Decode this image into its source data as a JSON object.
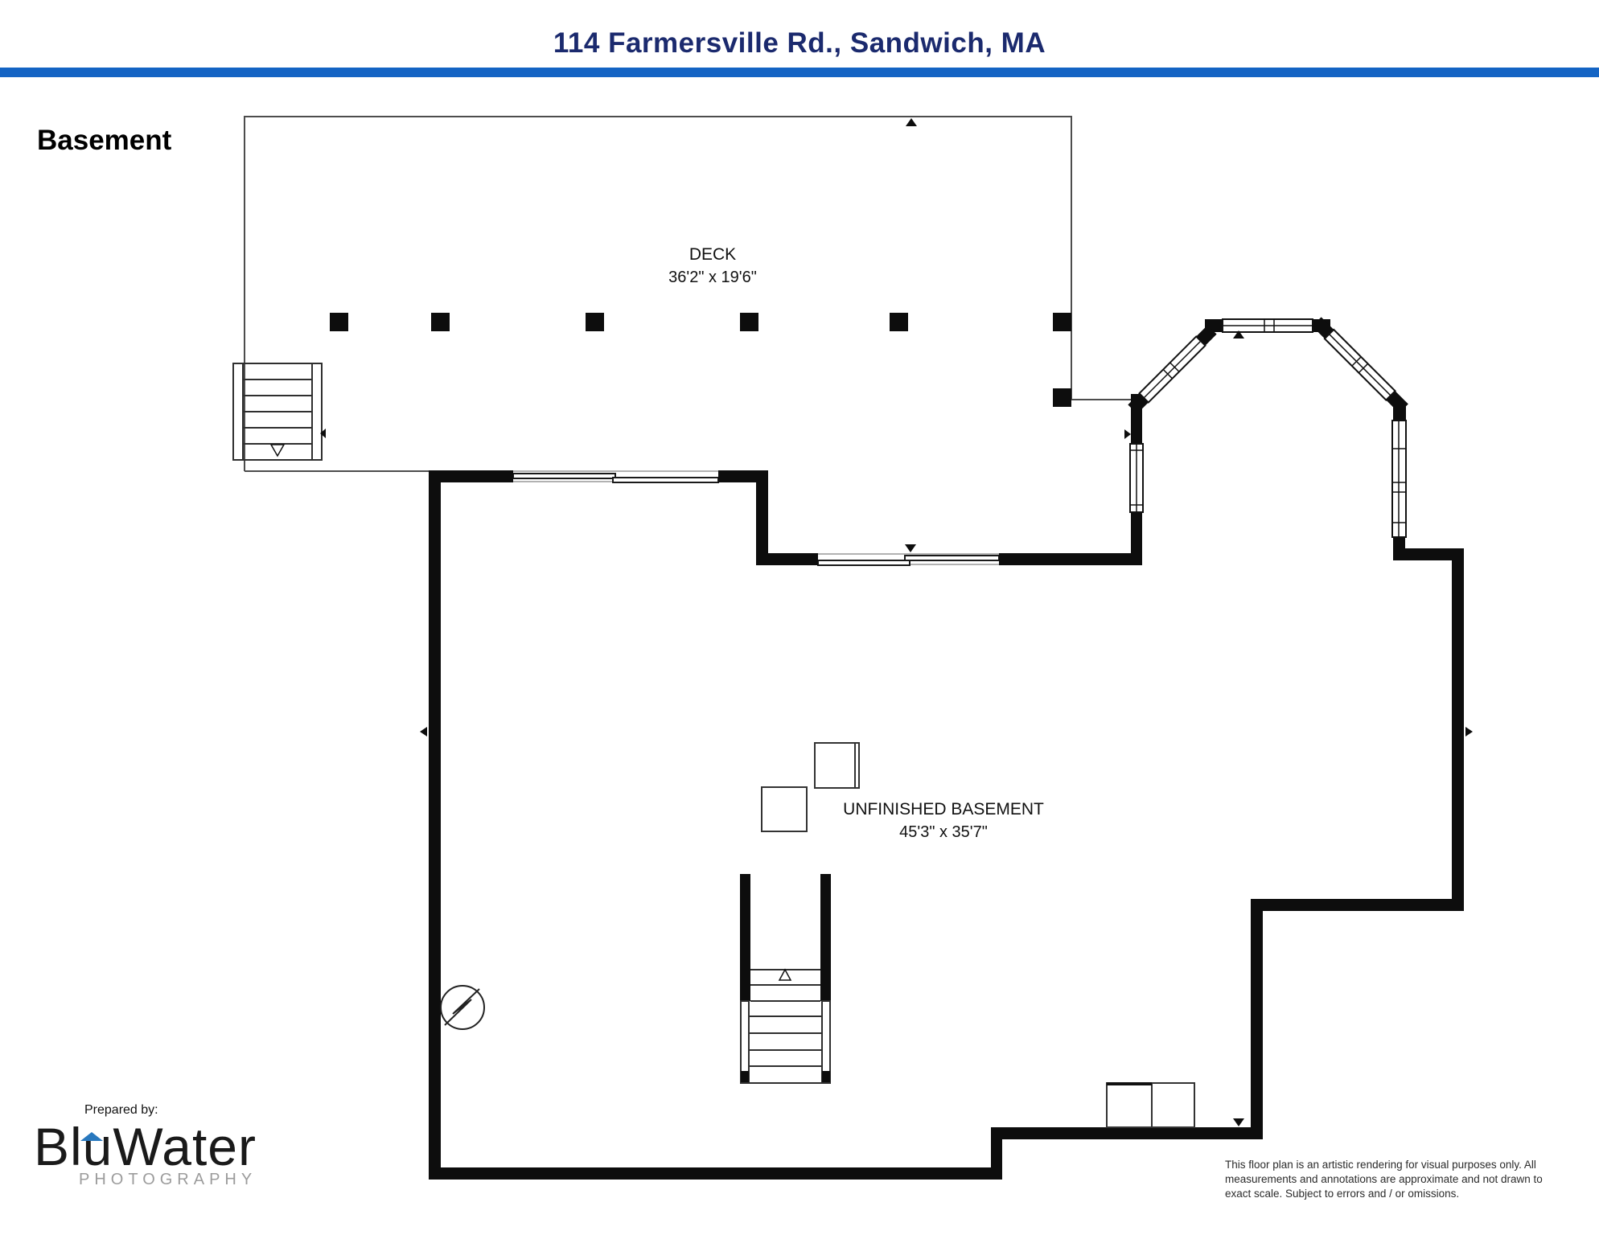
{
  "header": {
    "title": "114 Farmersville Rd., Sandwich, MA"
  },
  "plan": {
    "floor_label": "Basement",
    "rooms": [
      {
        "name": "DECK",
        "dimensions": "36'2\" x 19'6\""
      },
      {
        "name": "UNFINISHED BASEMENT",
        "dimensions": "45'3\" x 35'7\""
      }
    ],
    "symbols": {
      "electrical_panel_icon": "circle-with-lightning-bolt",
      "stairs_up_icon": "open-triangle-up",
      "stairs_down_icon": "open-triangle-down",
      "direction_marker_icon": "small-filled-triangle",
      "deck_post_icon": "filled-black-square",
      "water_tanks_icon": "paired-outline-squares",
      "equipment_icon": "outline-square"
    }
  },
  "footer": {
    "prepared_by": "Prepared by:",
    "logo_text": "BluWater",
    "logo_subtext": "PHOTOGRAPHY",
    "disclaimer_lines": [
      "This floor plan is an artistic rendering for visual purposes only.  All",
      "measurements and annotations are approximate and not drawn to",
      "exact scale. Subject to errors and / or omissions."
    ]
  },
  "colors": {
    "title_navy": "#1b2a6e",
    "divider_blue": "#1464c4",
    "logo_blue": "#2878be",
    "logo_gray": "#9c9c9c",
    "wall_black": "#0d0d0d",
    "thin_line_gray": "#4d4d4d",
    "background": "#ffffff"
  }
}
